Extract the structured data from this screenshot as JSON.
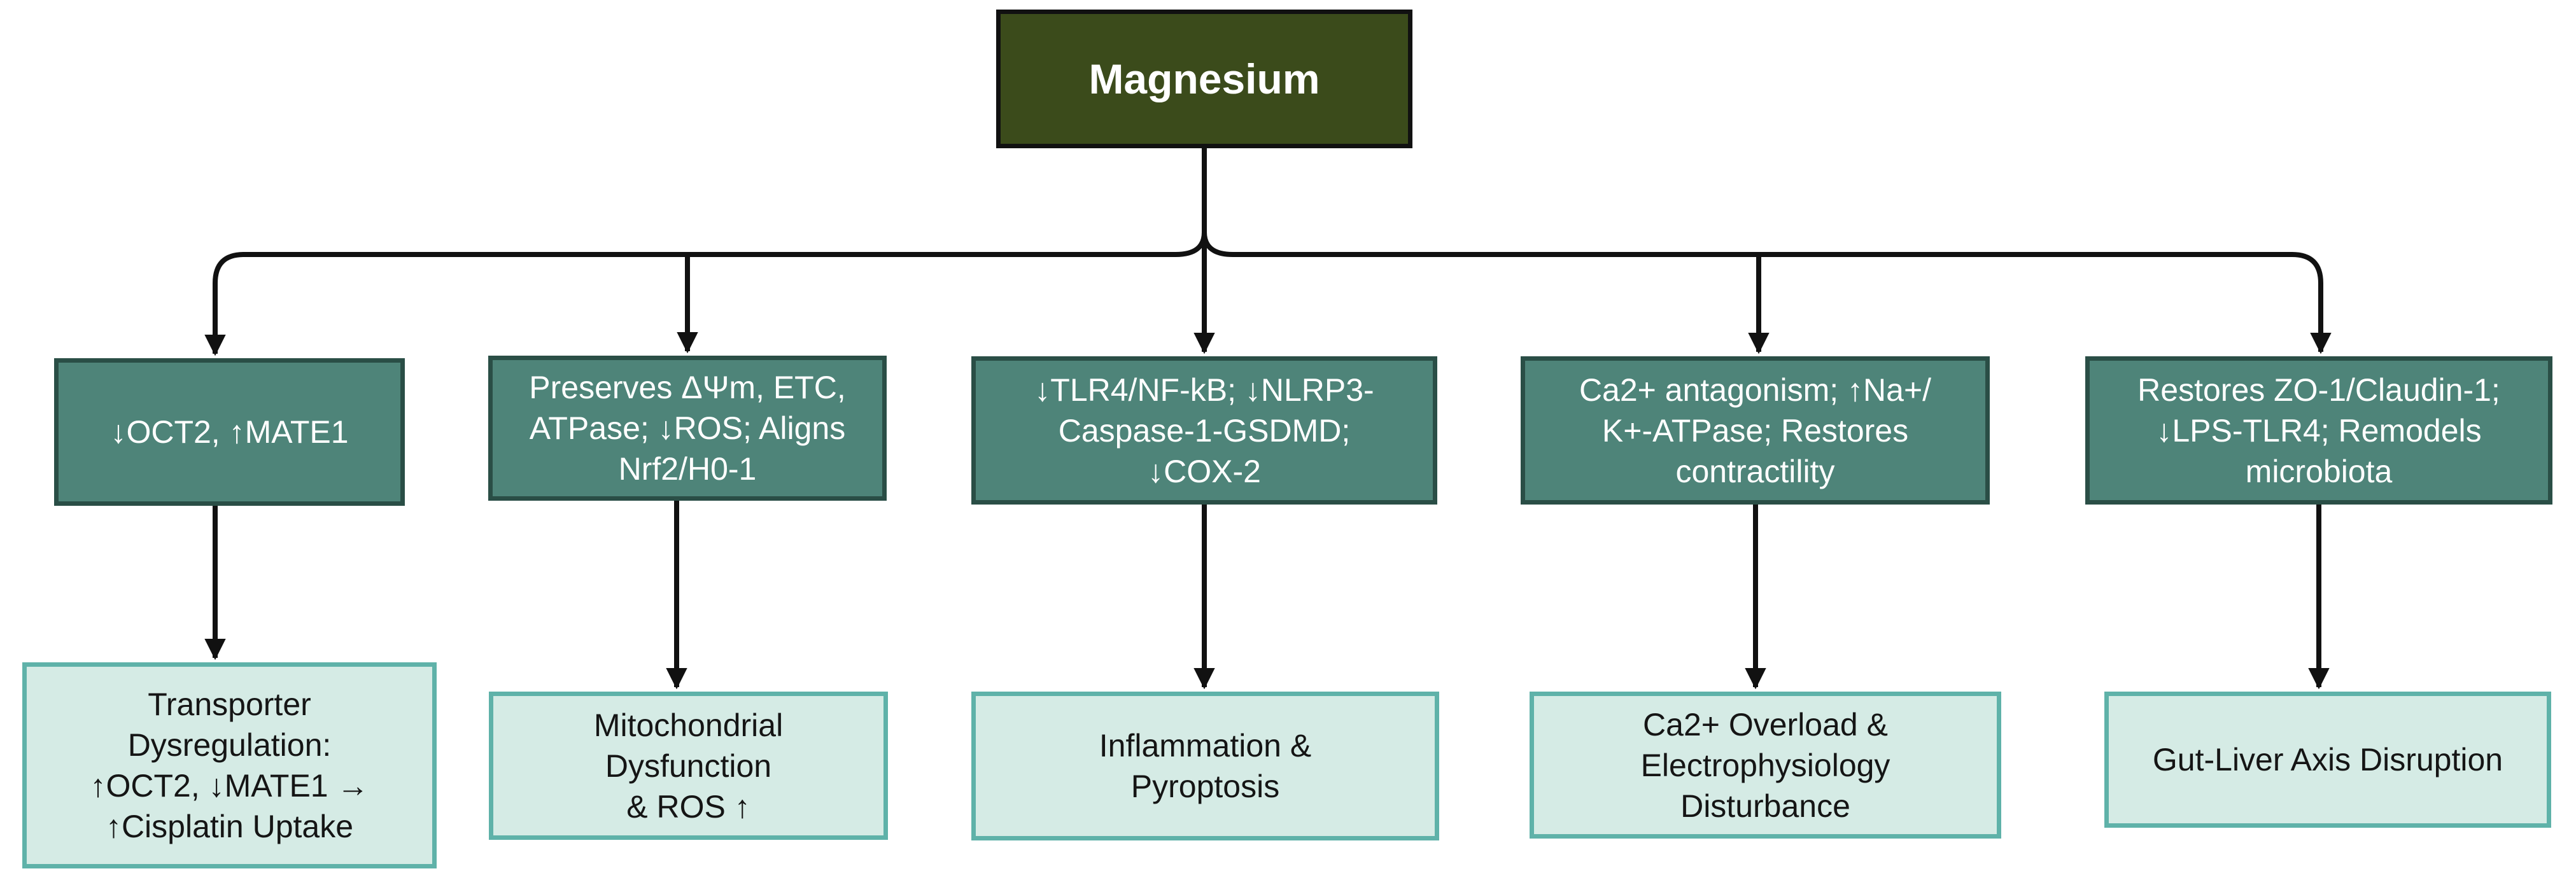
{
  "root": {
    "label": "Magnesium"
  },
  "mechanisms": [
    {
      "label": "↓OCT2, ↑MATE1"
    },
    {
      "label": "Preserves ΔΨm, ETC,\nATPase; ↓ROS; Aligns\nNrf2/H0-1"
    },
    {
      "label": "↓TLR4/NF-kB;  ↓NLRP3-\nCaspase-1-GSDMD;\n↓COX-2"
    },
    {
      "label": "Ca2+ antagonism; ↑Na+/\nK+-ATPase; Restores\ncontractility"
    },
    {
      "label": "Restores ZO-1/Claudin-1;\n↓LPS-TLR4; Remodels\nmicrobiota"
    }
  ],
  "outcomes": [
    {
      "label": "Transporter\nDysregulation:\n↑OCT2, ↓MATE1 →\n↑Cisplatin Uptake"
    },
    {
      "label": "Mitochondrial\nDysfunction\n& ROS ↑"
    },
    {
      "label": "Inflammation &\nPyroptosis"
    },
    {
      "label": "Ca2+ Overload &\nElectrophysiology\nDisturbance"
    },
    {
      "label": "Gut-Liver Axis Disruption"
    }
  ],
  "colors": {
    "root_fill": "#3b4b1b",
    "mechanism_fill": "#4e8479",
    "outcome_fill": "#d5ebe5",
    "outcome_border": "#5fb2a9",
    "connector": "#111111"
  }
}
